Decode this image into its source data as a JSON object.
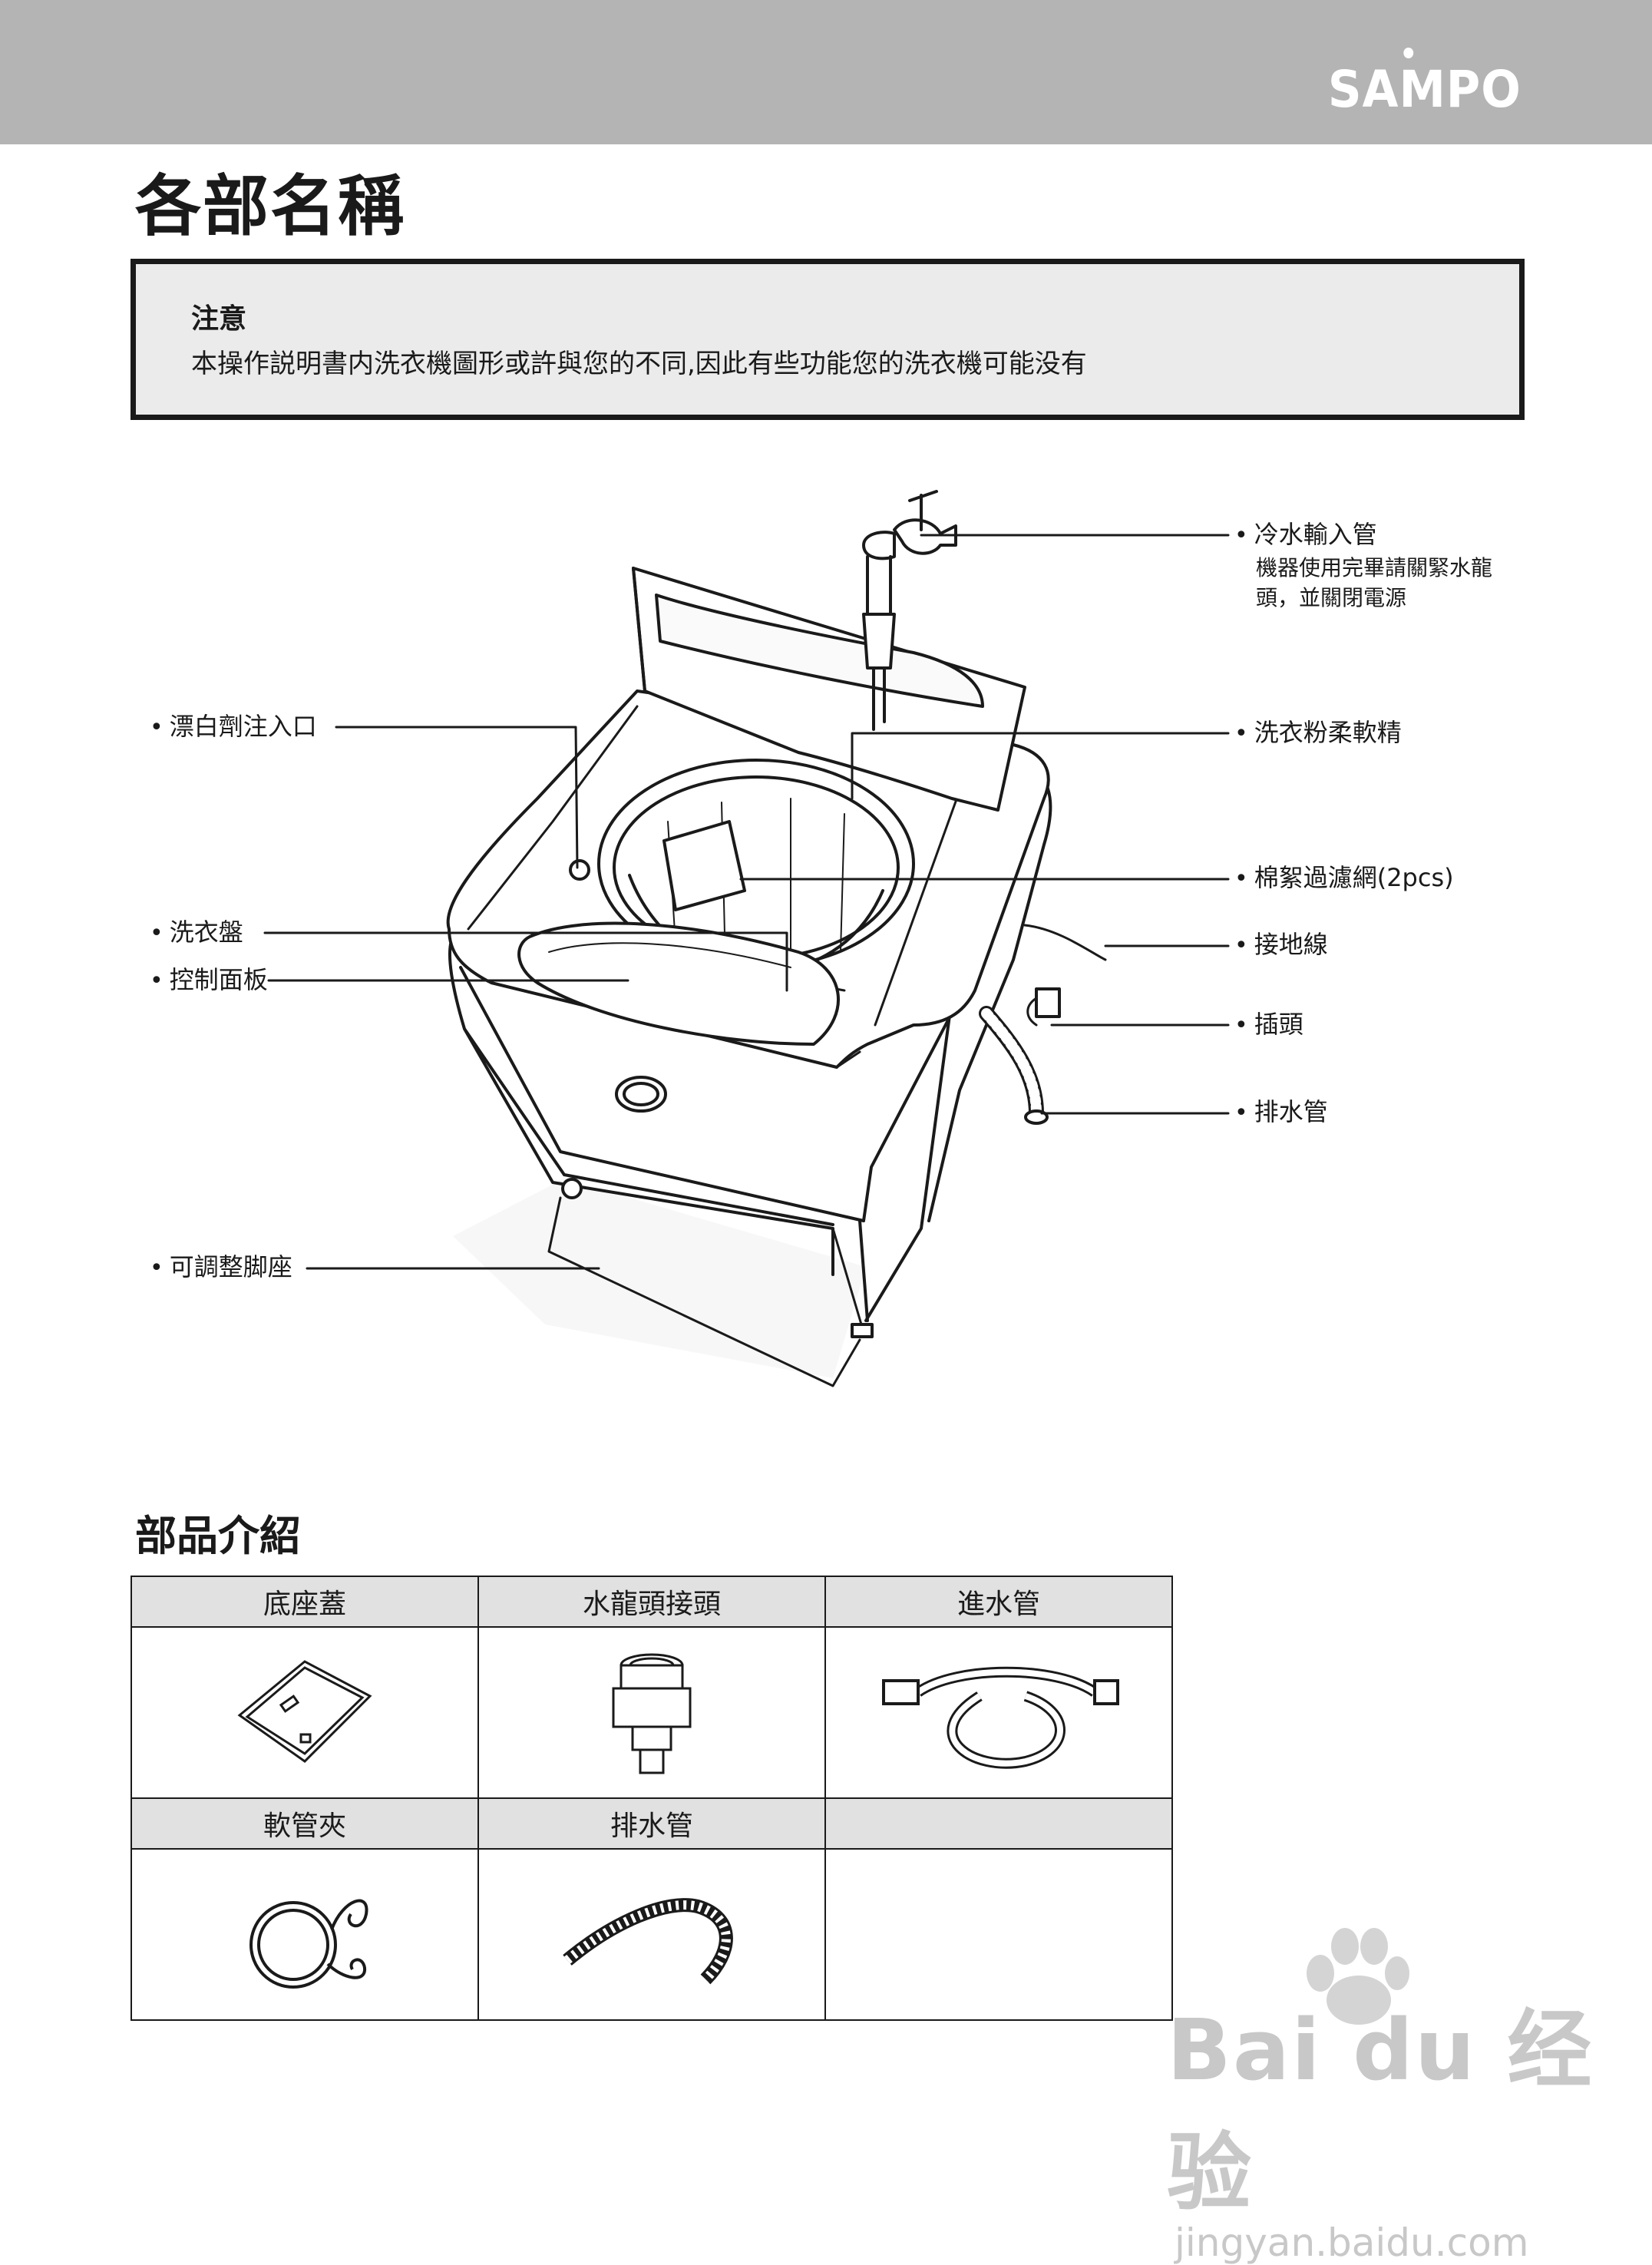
{
  "header": {
    "brand": "SAMPO",
    "band_color": "#b4b4b4"
  },
  "page_title": "各部名稱",
  "notice": {
    "title": "注意",
    "text": "本操作説明書内洗衣機圖形或許與您的不同,因此有些功能您的洗衣機可能没有"
  },
  "diagram": {
    "labels": {
      "cold_water_inlet": "冷水輸入管",
      "cold_water_note": "機器使用完畢請關緊水龍頭，並關閉電源",
      "bleach_inlet": "漂白劑注入口",
      "softener": "洗衣粉柔軟精",
      "lint_filter": "棉絮過濾網(2pcs)",
      "tub": "洗衣盤",
      "ground_wire": "接地線",
      "control_panel": "控制面板",
      "plug": "插頭",
      "drain_hose": "排水管",
      "adjustable_feet": "可調整脚座"
    }
  },
  "parts_section": {
    "title": "部品介紹",
    "rows": [
      [
        "底座蓋",
        "水龍頭接頭",
        "進水管"
      ],
      [
        "軟管夾",
        "排水管",
        ""
      ]
    ]
  },
  "watermark": {
    "main": "Bai du 经验",
    "sub": "jingyan.baidu.com"
  }
}
